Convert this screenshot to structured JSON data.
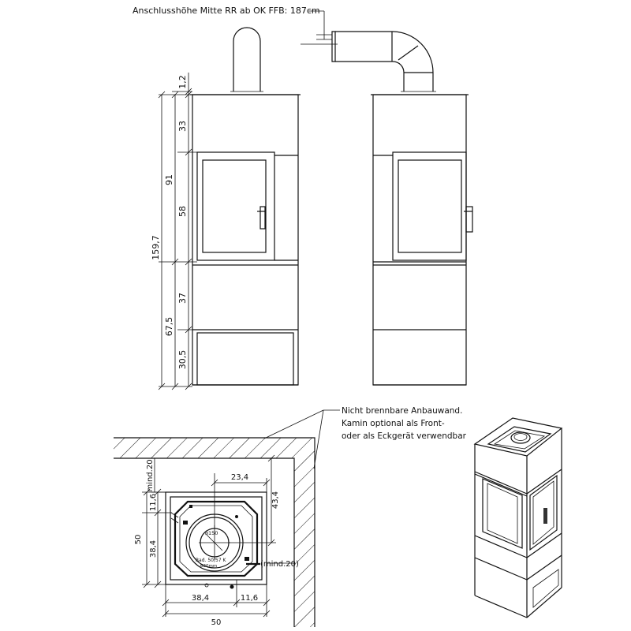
{
  "header": {
    "connection_height": "Anschlusshöhe Mitte RR ab OK FFB: 187cm"
  },
  "front_view": {
    "dimensions": {
      "d_1_2": "1,2",
      "d_33": "33",
      "d_91": "91",
      "d_58": "58",
      "d_159_7": "159,7",
      "d_37": "37",
      "d_67_5": "67,5",
      "d_30_5": "30,5"
    }
  },
  "wall_note": {
    "line1": "Nicht brennbare Anbauwand.",
    "line2": "Kamin optional als Front-",
    "line3": "oder als Eckgerät verwendbar"
  },
  "plan_view": {
    "dimensions": {
      "mind20_top": "mind.20",
      "d_23_4": "23,4",
      "d_43_4": "43,4",
      "d_11_6_left": "11,6",
      "d_50_left": "50",
      "d_38_4_left": "38,4",
      "mind20_right": "(mind.20)",
      "d_38_4_bottom": "38,4",
      "d_11_6_bottom": "11,6",
      "d_50_bottom": "50"
    },
    "labels": {
      "flue": "ø150",
      "rad": "Rad. 50/57 K",
      "rad2": "620mm"
    }
  }
}
